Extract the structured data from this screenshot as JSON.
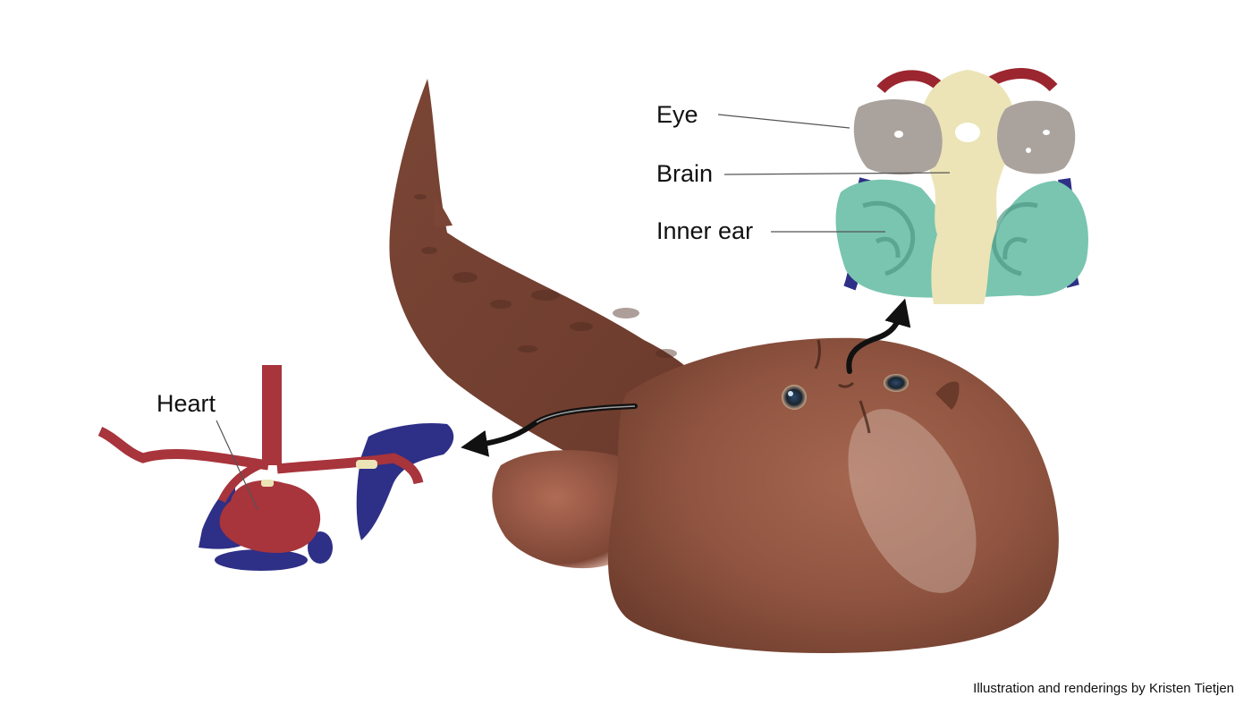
{
  "labels": {
    "eye": "Eye",
    "brain": "Brain",
    "inner_ear": "Inner ear",
    "heart": "Heart"
  },
  "credit": "Illustration and renderings by Kristen Tietjen",
  "colors": {
    "background": "#ffffff",
    "fish_skin": "#8f5440",
    "fish_dark": "#5e3326",
    "fin": "#9c5a46",
    "eye_organ": "#aaa39d",
    "brain_organ": "#ece4b6",
    "inner_ear_organ": "#79c5b0",
    "vessel_red": "#a8343c",
    "vessel_blue": "#2e2f86",
    "arrow": "#111111",
    "leader_line": "#555555",
    "text": "#111111"
  },
  "icons": [
    "arrow-to-organs-icon",
    "arrow-to-heart-icon"
  ]
}
